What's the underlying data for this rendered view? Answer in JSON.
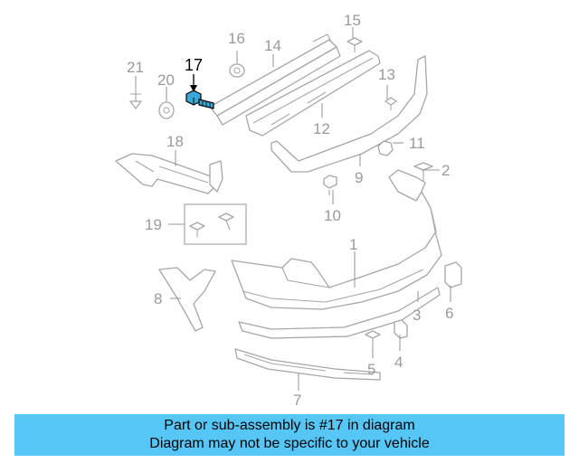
{
  "diagram": {
    "highlighted_part": "17",
    "callouts": [
      "1",
      "2",
      "3",
      "4",
      "5",
      "6",
      "7",
      "8",
      "9",
      "10",
      "11",
      "12",
      "13",
      "14",
      "15",
      "16",
      "17",
      "18",
      "19",
      "20",
      "21"
    ]
  },
  "banner": {
    "line1": "Part or sub-assembly is #17 in diagram",
    "line2": "Diagram may not be specific to your vehicle"
  },
  "colors": {
    "banner_bg": "#56c6f6",
    "highlight_part": "#3aa8d6",
    "line_art": "#a6a6a6"
  }
}
